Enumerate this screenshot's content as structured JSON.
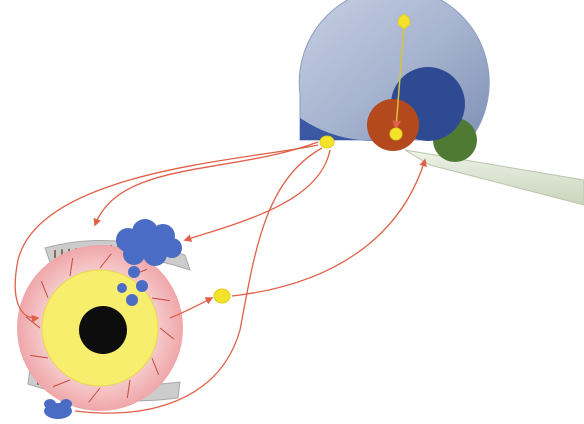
{
  "diagram": {
    "labels": [],
    "colors": {
      "background": "#ffffff",
      "brain_sphere": "#a9b6d1",
      "brain_sphere_edge": "#8e9ec0",
      "hypothalamus": "#2e4a93",
      "pituitary": "#b3491c",
      "gland_green": "#4f7a33",
      "stalk": "#dce5d0",
      "arrow": "#e0604a",
      "hormone_dot": "#f4e32a",
      "follicle_outer": "#f3b9bb",
      "follicle_inner": "#f7ee6e",
      "oocyte": "#0d0d0d",
      "cell_cluster": "#4a6cc4",
      "membrane": "#c9c9c9"
    },
    "icons": [
      "brain-sphere",
      "hypothalamus-node",
      "pituitary-node",
      "ovarian-follicle",
      "hormone-molecule",
      "receptor-cluster"
    ]
  }
}
